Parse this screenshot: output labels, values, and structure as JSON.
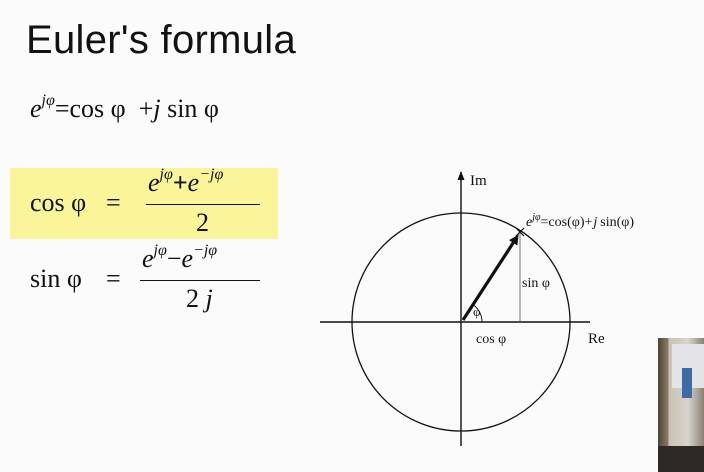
{
  "slide": {
    "title": "Euler's formula"
  },
  "equation_1": {
    "e": "e",
    "exp": "jφ",
    "equals": "=",
    "cos": "cos φ",
    "plus": "+",
    "j": "j",
    "sin": "sin φ"
  },
  "equation_cos": {
    "lhs": "cos φ",
    "equals": "=",
    "num_e1": "e",
    "num_exp1": "jφ",
    "num_op": "+",
    "num_e2": "e",
    "num_exp2": "−jφ",
    "denominator": "2"
  },
  "equation_sin": {
    "lhs": "sin φ",
    "equals": "=",
    "num_e1": "e",
    "num_exp1": "jφ",
    "num_op": "−",
    "num_e2": "e",
    "num_exp2": "−jφ",
    "denominator_num": "2",
    "denominator_j": "j"
  },
  "diagram": {
    "axis_im": "Im",
    "axis_re": "Re",
    "point_label_e": "e",
    "point_label_exp": "jφ",
    "point_label_rest": "=cos(φ)+",
    "point_label_j": "j",
    "point_label_sin": "sin(φ)",
    "sin_label": "sin φ",
    "cos_label": "cos φ",
    "angle_label": "φ"
  },
  "colors": {
    "highlight": "#fbf59a",
    "ink": "#111111"
  }
}
